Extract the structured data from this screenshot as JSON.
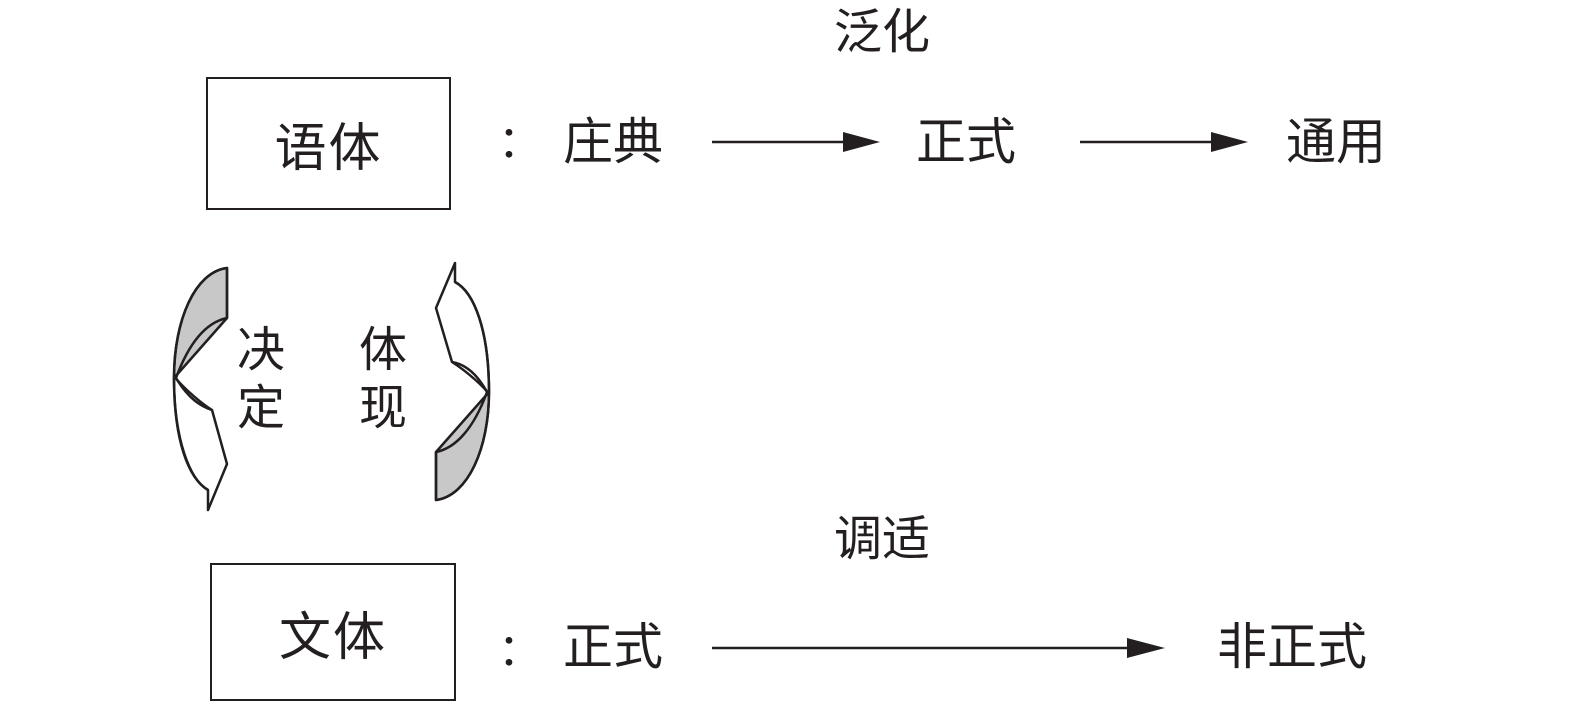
{
  "register": {
    "box_label": "语体",
    "colon": "：",
    "stages": [
      "庄典",
      "正式",
      "通用"
    ],
    "process_label": "泛化"
  },
  "style": {
    "box_label": "文体",
    "colon": "：",
    "stages": [
      "正式",
      "非正式"
    ],
    "process_label": "调适"
  },
  "relations": {
    "left_label": [
      "决",
      "定"
    ],
    "right_label": [
      "体",
      "现"
    ]
  },
  "colors": {
    "stroke": "#231f20",
    "arrow_fill": "#c8c8c8"
  }
}
